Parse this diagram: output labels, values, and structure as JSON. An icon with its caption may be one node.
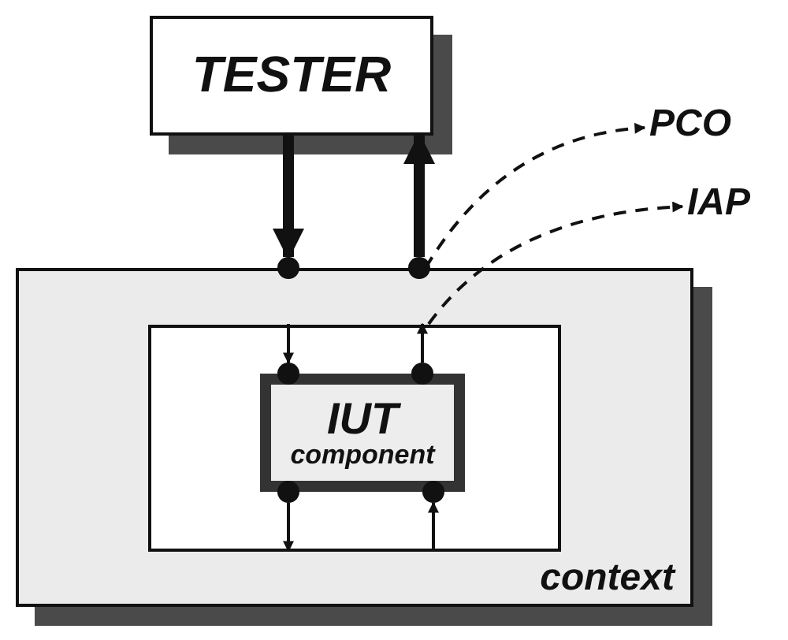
{
  "diagram": {
    "nodes": [
      {
        "text": [
          "TESTER"
        ]
      },
      {
        "text": [
          "PCO"
        ]
      },
      {
        "text": [
          "IAP"
        ]
      },
      {
        "text": [
          "context"
        ]
      },
      {
        "text": [],
        "shape": "box",
        "in": 3
      },
      {
        "text": [
          "IUT",
          "component"
        ],
        "in": 4
      }
    ],
    "edges": [
      {
        "from": 0,
        "to": 3,
        "arrow": "to",
        "style": "thick"
      },
      {
        "from": 3,
        "to": 0,
        "arrow": "to",
        "style": "thick"
      },
      {
        "from": 4,
        "to": 5,
        "arrow": "to"
      },
      {
        "from": 5,
        "to": 4,
        "arrow": "to"
      },
      {
        "from": 5,
        "to": 4,
        "arrow": "to"
      },
      {
        "from": 4,
        "to": 5,
        "arrow": "to"
      },
      {
        "from": 3,
        "to": 1,
        "arrow": "to",
        "style": "dashed"
      },
      {
        "from": 4,
        "to": 2,
        "arrow": "to",
        "style": "dashed"
      }
    ]
  }
}
